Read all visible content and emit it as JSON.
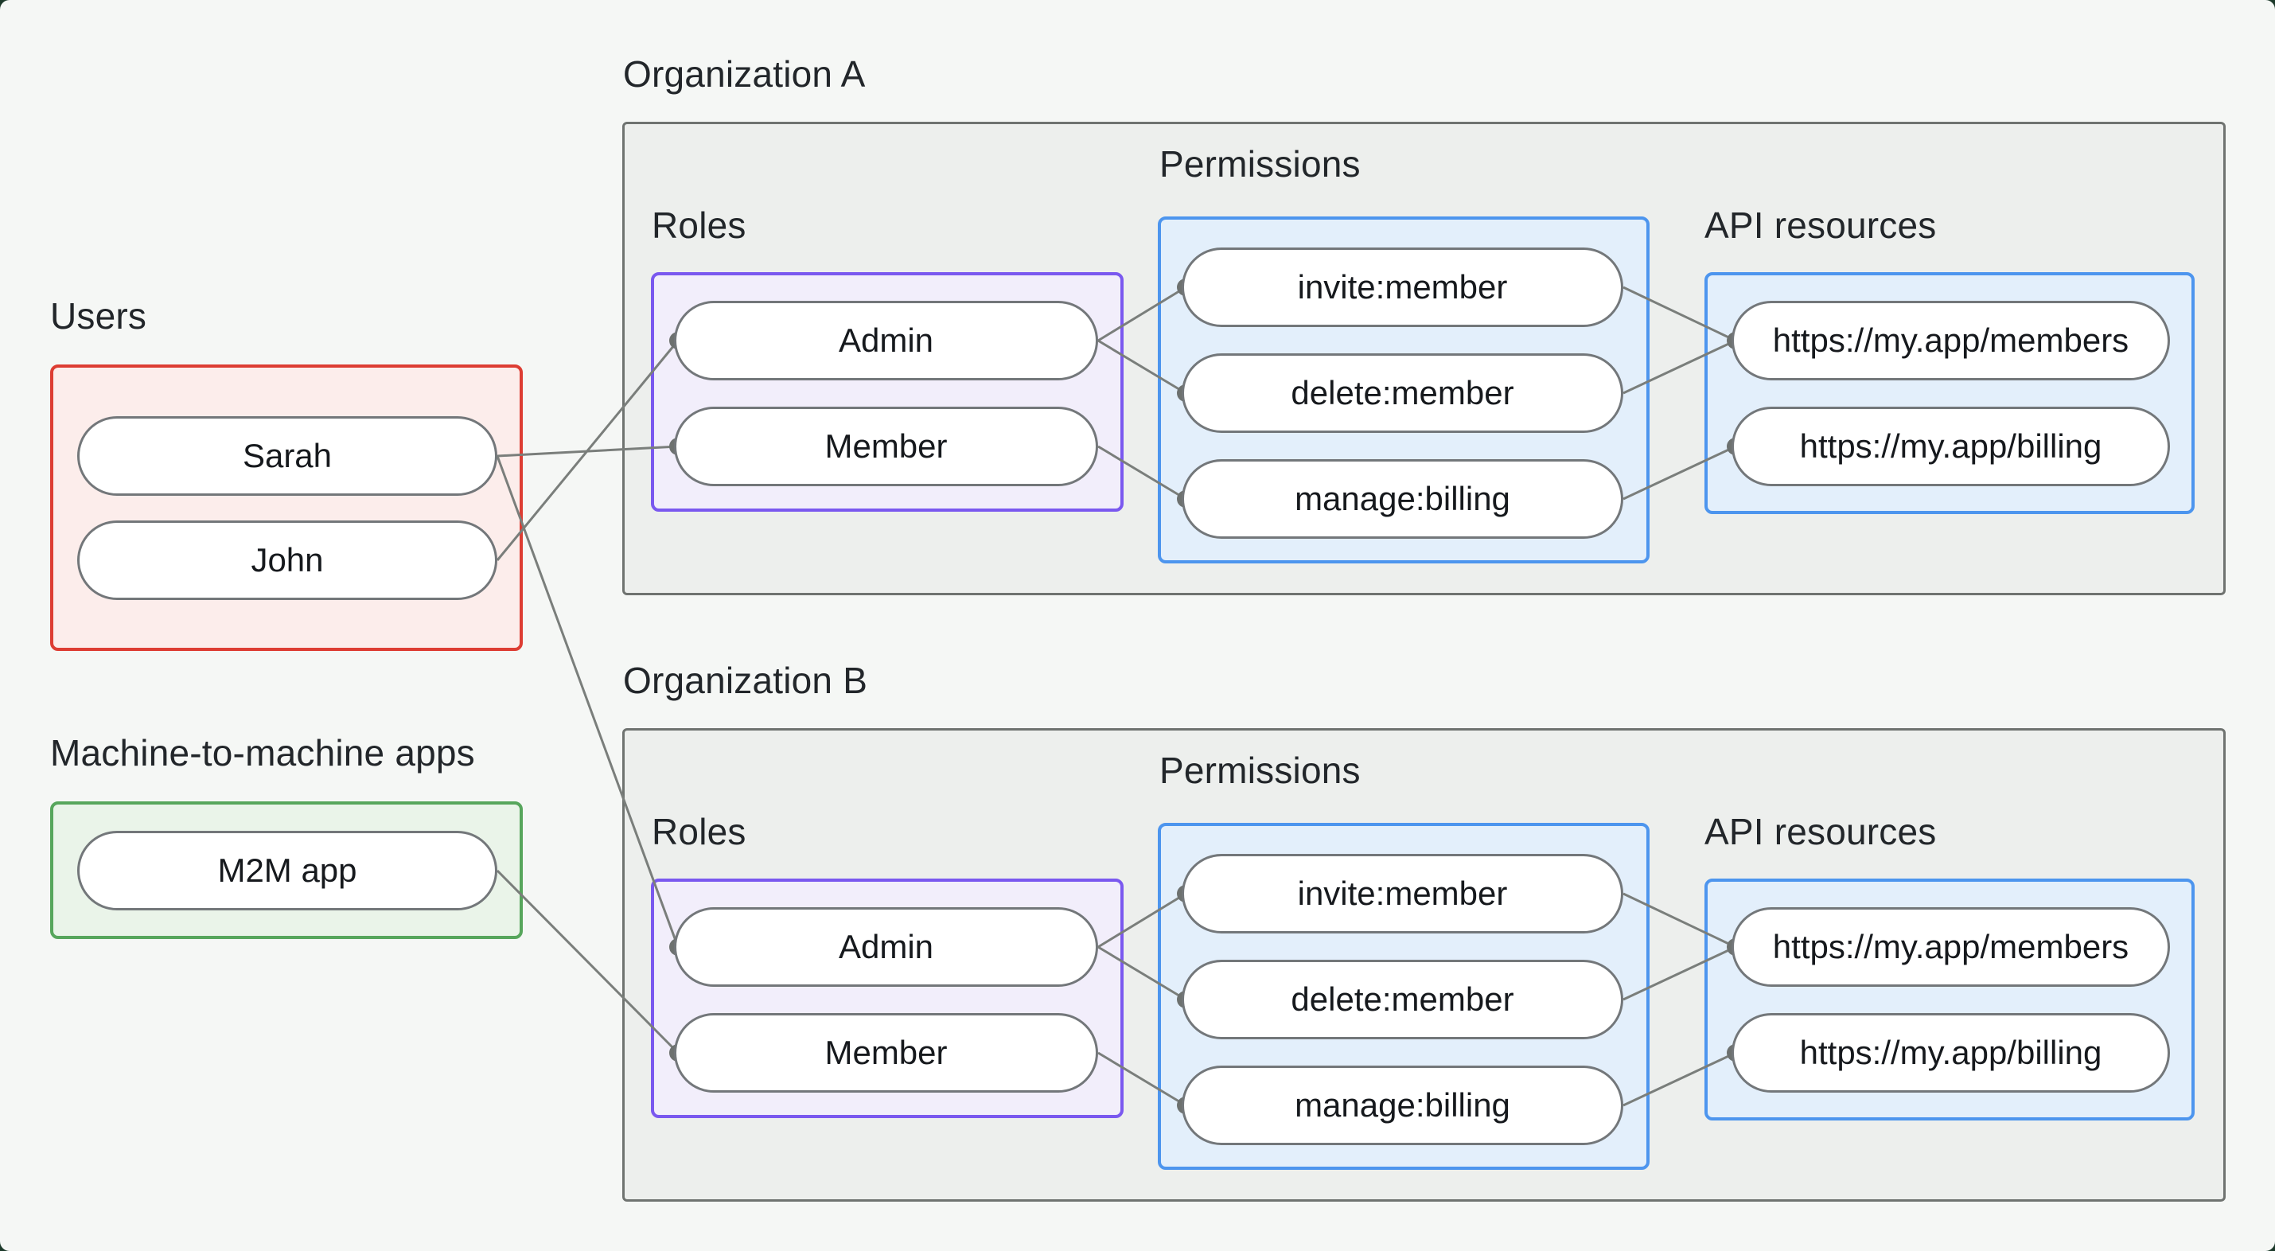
{
  "users_section": {
    "label": "Users",
    "items": [
      "Sarah",
      "John"
    ]
  },
  "m2m_section": {
    "label": "Machine-to-machine apps",
    "items": [
      "M2M app"
    ]
  },
  "organizations": [
    {
      "title": "Organization A",
      "roles_label": "Roles",
      "permissions_label": "Permissions",
      "api_label": "API resources",
      "roles": [
        "Admin",
        "Member"
      ],
      "permissions": [
        "invite:member",
        "delete:member",
        "manage:billing"
      ],
      "api_resources": [
        "https://my.app/members",
        "https://my.app/billing"
      ]
    },
    {
      "title": "Organization B",
      "roles_label": "Roles",
      "permissions_label": "Permissions",
      "api_label": "API resources",
      "roles": [
        "Admin",
        "Member"
      ],
      "permissions": [
        "invite:member",
        "delete:member",
        "manage:billing"
      ],
      "api_resources": [
        "https://my.app/members",
        "https://my.app/billing"
      ]
    }
  ],
  "connections": [
    {
      "from": "Sarah",
      "to": "Organization A / Member"
    },
    {
      "from": "Sarah",
      "to": "Organization B / Admin"
    },
    {
      "from": "John",
      "to": "Organization A / Admin"
    },
    {
      "from": "M2M app",
      "to": "Organization B / Member"
    },
    {
      "from": "Organization A / Admin",
      "to": "Organization A / invite:member"
    },
    {
      "from": "Organization A / Admin",
      "to": "Organization A / delete:member"
    },
    {
      "from": "Organization A / Member",
      "to": "Organization A / manage:billing"
    },
    {
      "from": "Organization A / invite:member",
      "to": "Organization A / https://my.app/members"
    },
    {
      "from": "Organization A / delete:member",
      "to": "Organization A / https://my.app/members"
    },
    {
      "from": "Organization A / manage:billing",
      "to": "Organization A / https://my.app/billing"
    },
    {
      "from": "Organization B / Admin",
      "to": "Organization B / invite:member"
    },
    {
      "from": "Organization B / Admin",
      "to": "Organization B / delete:member"
    },
    {
      "from": "Organization B / Member",
      "to": "Organization B / manage:billing"
    },
    {
      "from": "Organization B / invite:member",
      "to": "Organization B / https://my.app/members"
    },
    {
      "from": "Organization B / delete:member",
      "to": "Organization B / https://my.app/members"
    },
    {
      "from": "Organization B / manage:billing",
      "to": "Organization B / https://my.app/billing"
    }
  ],
  "colors": {
    "page_background": "#f5f7f5",
    "backdrop": "#1d3a2b",
    "users_border": "#dd3d33",
    "m2m_border": "#57a65c",
    "roles_border": "#7a58ef",
    "blue_border": "#4d95ee",
    "org_border": "#6f7370",
    "wire": "#7a7e7b",
    "text": "#22262a"
  }
}
